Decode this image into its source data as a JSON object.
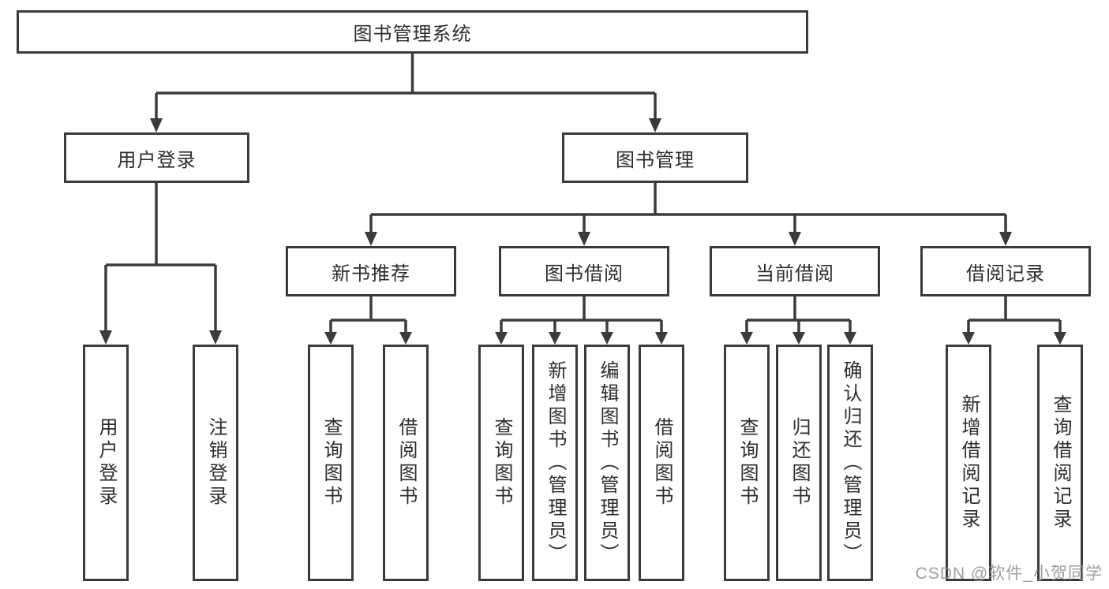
{
  "tree": {
    "root": {
      "label": "图书管理系统"
    },
    "branches": [
      {
        "label": "用户登录",
        "children": [
          {
            "label": "用户登录"
          },
          {
            "label": "注销登录"
          }
        ]
      },
      {
        "label": "图书管理",
        "children": [
          {
            "label": "新书推荐",
            "children": [
              {
                "label": "查询图书"
              },
              {
                "label": "借阅图书"
              }
            ]
          },
          {
            "label": "图书借阅",
            "children": [
              {
                "label": "查询图书"
              },
              {
                "label": "新增图书（管理员）"
              },
              {
                "label": "编辑图书（管理员）"
              },
              {
                "label": "借阅图书"
              }
            ]
          },
          {
            "label": "当前借阅",
            "children": [
              {
                "label": "查询图书"
              },
              {
                "label": "归还图书"
              },
              {
                "label": "确认归还（管理员）"
              }
            ]
          },
          {
            "label": "借阅记录",
            "children": [
              {
                "label": "新增借阅记录"
              },
              {
                "label": "查询借阅记录"
              }
            ]
          }
        ]
      }
    ]
  },
  "watermark": {
    "text": "CSDN @软件_小贺同学"
  },
  "colors": {
    "line": "#3b3b3b",
    "border": "#3b3b3b",
    "text": "#2d2d2d",
    "watermark": "#969696",
    "background": "#ffffff"
  }
}
